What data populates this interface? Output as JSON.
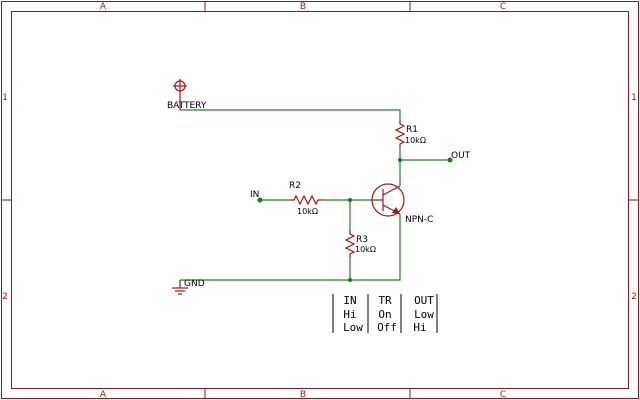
{
  "frame": {
    "columns": [
      "A",
      "B",
      "C"
    ],
    "rows": [
      "1",
      "2"
    ]
  },
  "nets": {
    "battery": "BATTERY",
    "gnd": "GND",
    "in": "IN",
    "out": "OUT"
  },
  "parts": {
    "r1": {
      "name": "R1",
      "value": "10kΩ"
    },
    "r2": {
      "name": "R2",
      "value": "10kΩ"
    },
    "r3": {
      "name": "R3",
      "value": "10kΩ"
    },
    "q1": {
      "type": "NPN-C"
    }
  },
  "truth_table": {
    "headers": [
      "IN",
      "TR",
      "OUT"
    ],
    "rows": [
      [
        "Hi",
        "On",
        "Low"
      ],
      [
        "Low",
        "Off",
        "Hi"
      ]
    ]
  },
  "colors": {
    "frame": "#8b1a1a",
    "wire": "#1a8a1a",
    "part": "#a81414"
  }
}
